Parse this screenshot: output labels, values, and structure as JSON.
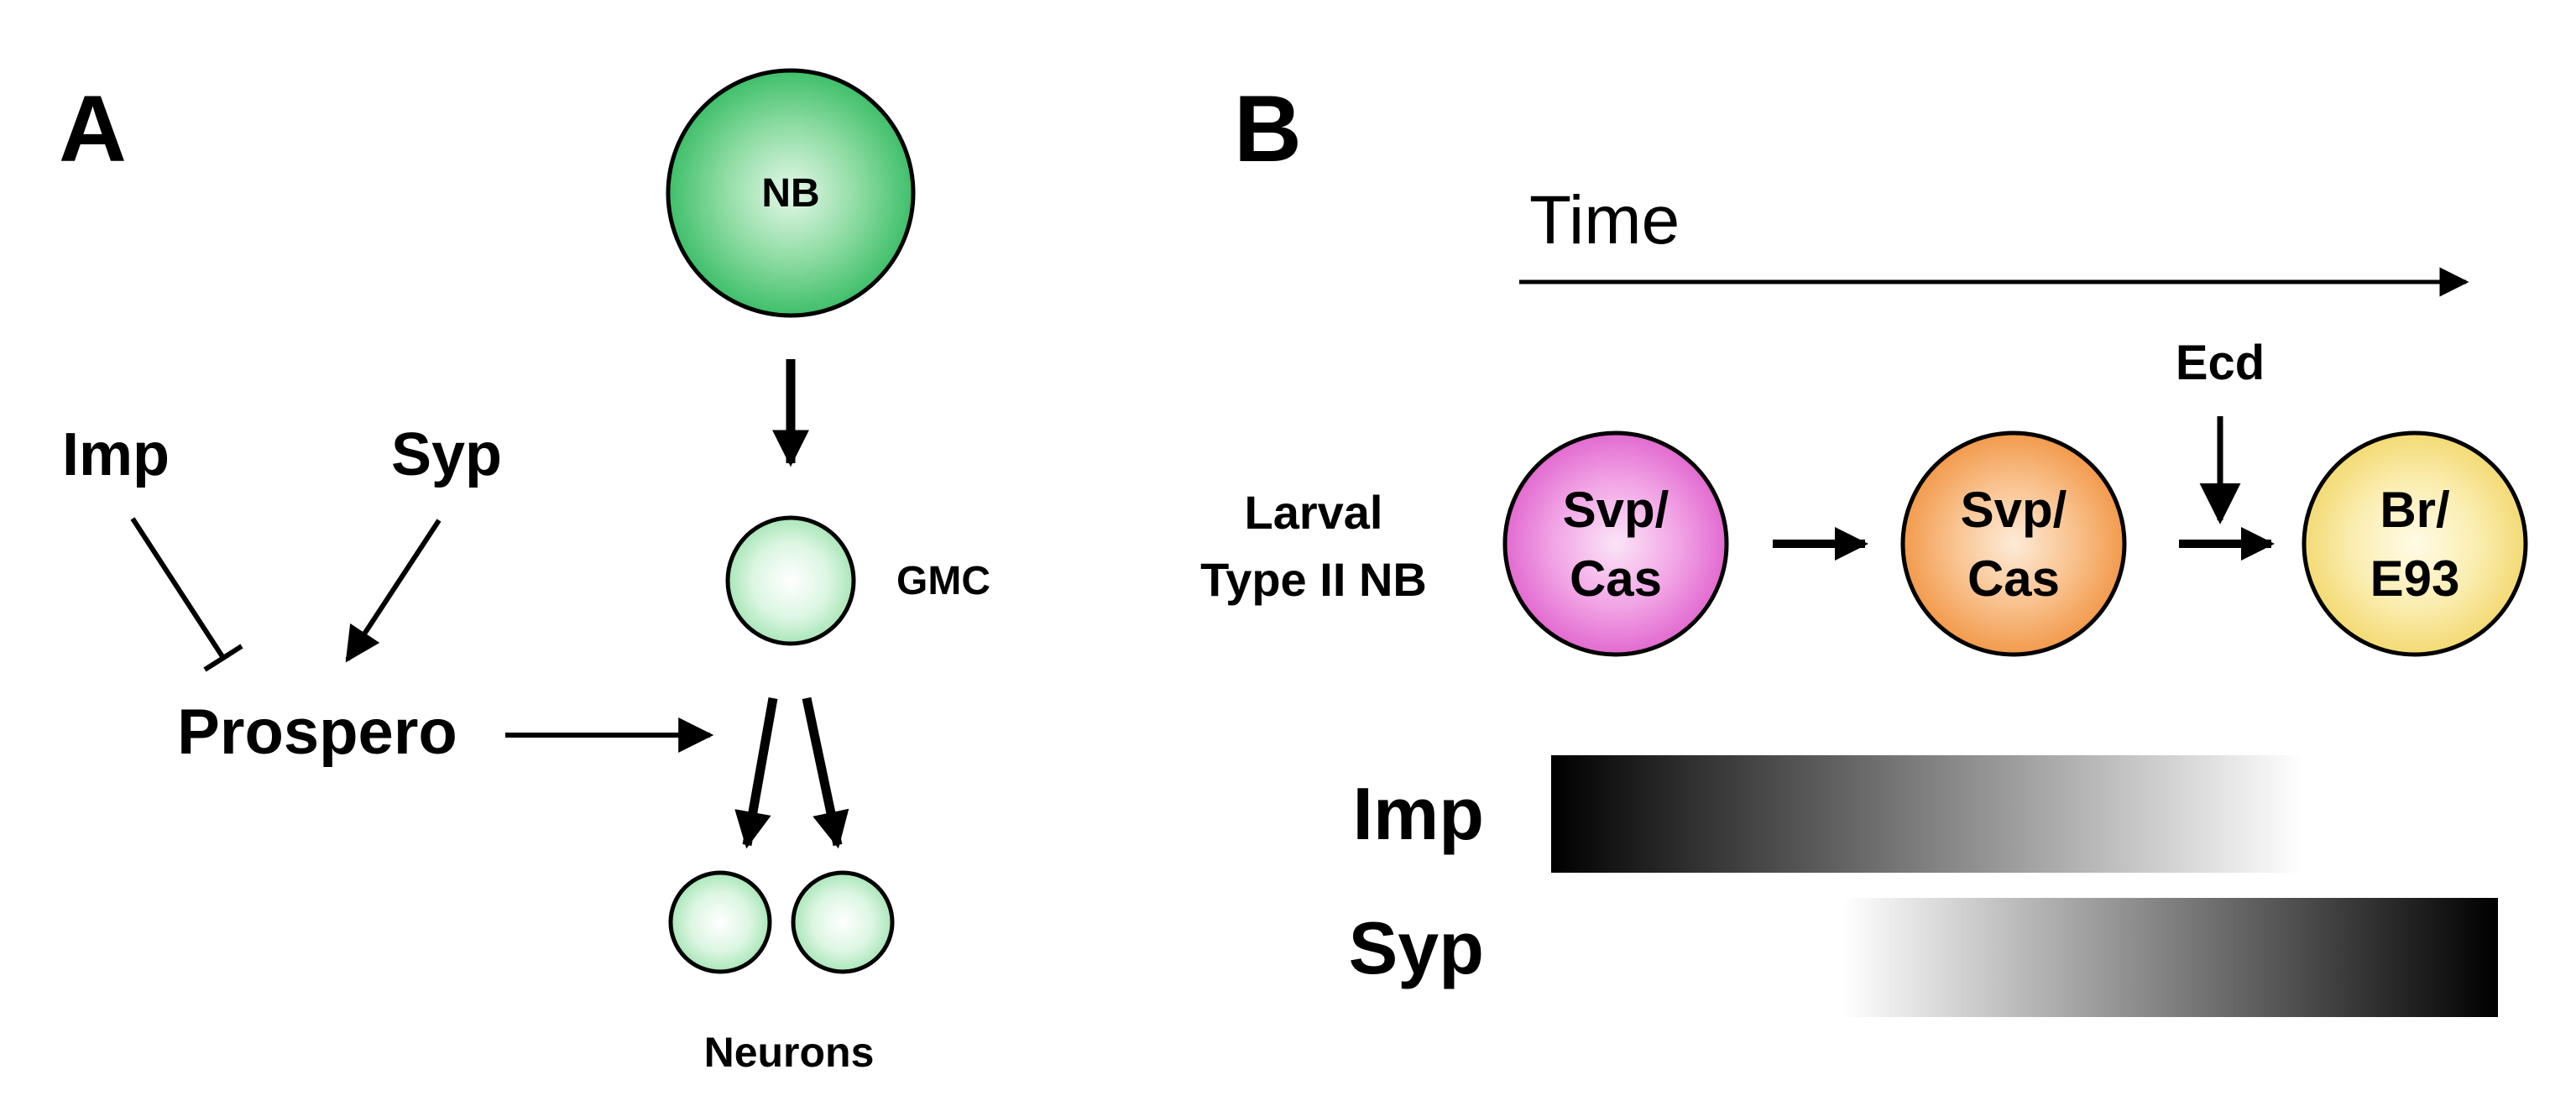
{
  "panel_a": {
    "letter": "A",
    "nb_label": "NB",
    "gmc_label": "GMC",
    "neurons_label": "Neurons",
    "imp_label": "Imp",
    "syp_label": "Syp",
    "prospero_label": "Prospero"
  },
  "panel_b": {
    "letter": "B",
    "time_label": "Time",
    "ecd_label": "Ecd",
    "row_label_line1": "Larval",
    "row_label_line2": "Type II NB",
    "cells": [
      {
        "line1": "Svp/",
        "line2": "Cas",
        "fill": "#e86fd6"
      },
      {
        "line1": "Svp/",
        "line2": "Cas",
        "fill": "#f5a35a"
      },
      {
        "line1": "Br/",
        "line2": "E93",
        "fill": "#f6df7a"
      }
    ],
    "imp_gradient_label": "Imp",
    "syp_gradient_label": "Syp"
  },
  "colors": {
    "nb_green": "#3fbf6a",
    "light_green": "#b8ecc4",
    "stroke": "#000000"
  }
}
